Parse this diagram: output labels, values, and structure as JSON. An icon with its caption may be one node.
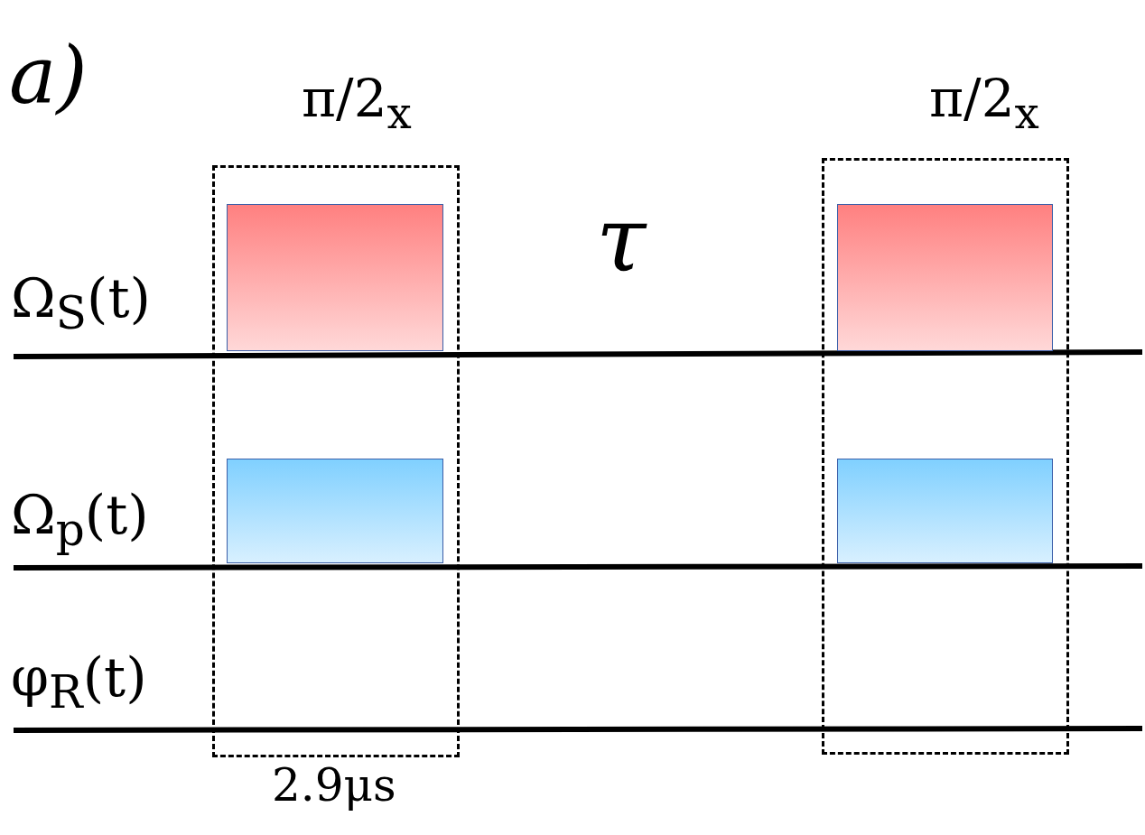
{
  "diagram": {
    "nodes": [
      {
        "text": [
          "π/2$_{x}$"
        ],
        "beside": [
          "2.9μs"
        ]
      },
      {
        "text": [],
        "shape": "box",
        "in": 0
      },
      {
        "text": [],
        "shape": "box",
        "in": 0
      },
      {
        "text": [
          "π/2$_{x}$"
        ]
      },
      {
        "text": [],
        "shape": "box",
        "in": 3
      },
      {
        "text": [],
        "shape": "box",
        "in": 3
      }
    ],
    "edges": [],
    "labels": [
      "a)",
      "τ",
      "Ω$_{S}$(t)",
      "Ω$_{p}$(t)",
      "φ$_{R}$(t)"
    ]
  }
}
